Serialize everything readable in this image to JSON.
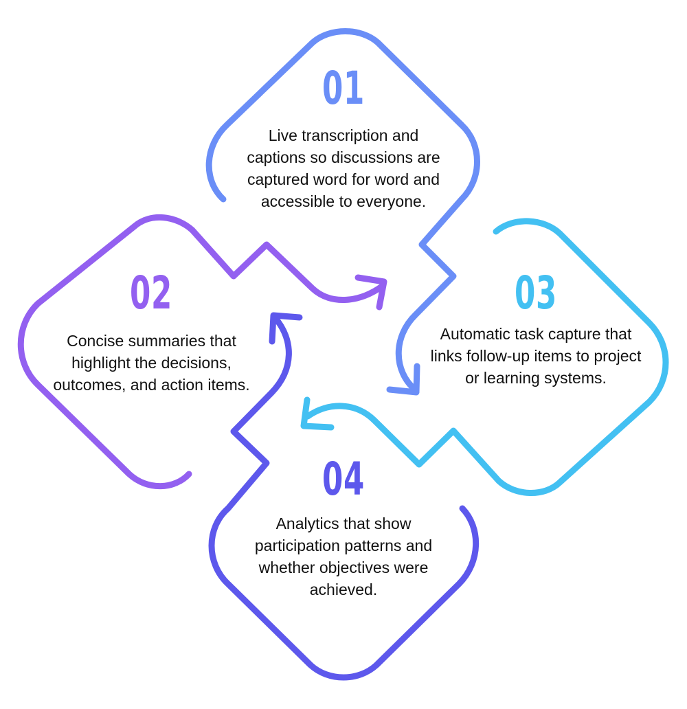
{
  "colors": {
    "step_1": "#6a8ef7",
    "step_2": "#9360f0",
    "step_3": "#43c0f2",
    "step_4": "#5d58ec",
    "text": "#111111",
    "background": "#ffffff"
  },
  "steps": [
    {
      "number": "01",
      "text": "Live transcription and captions so discussions are captured word for word and accessible to everyone."
    },
    {
      "number": "02",
      "text": "Concise summaries that highlight the decisions, outcomes, and action items."
    },
    {
      "number": "03",
      "text": "Automatic task capture that links follow-up items to project or learning systems."
    },
    {
      "number": "04",
      "text": "Analytics that show participation patterns and whether objectives were achieved."
    }
  ]
}
